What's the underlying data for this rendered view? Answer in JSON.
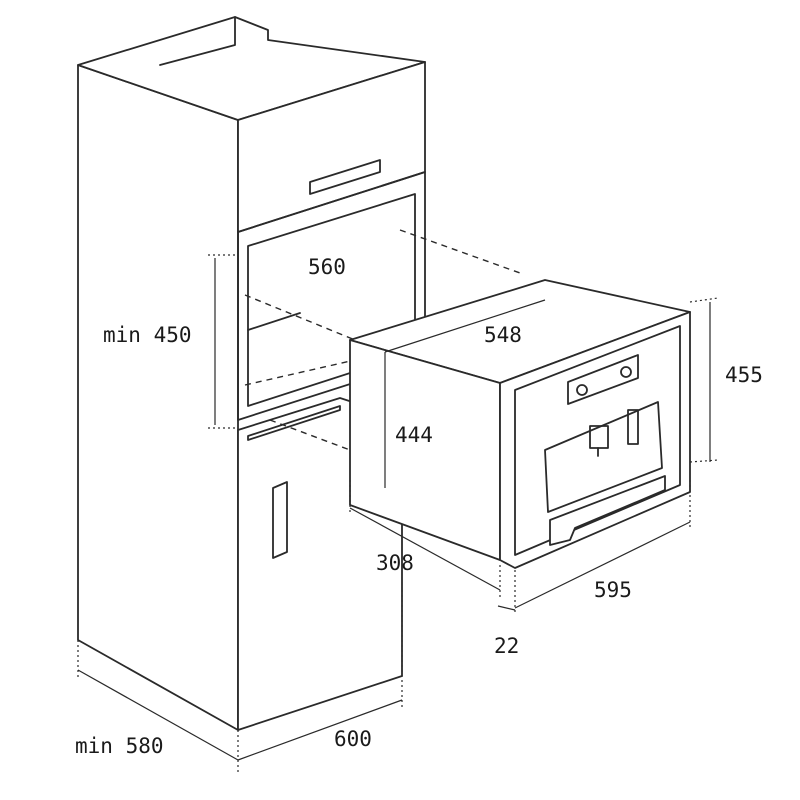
{
  "dimensions": {
    "niche_width": "560",
    "niche_min_height": "min 450",
    "appliance_depth": "548",
    "appliance_height": "455",
    "body_height": "444",
    "protrusion": "308",
    "front_width": "595",
    "front_thickness": "22",
    "cabinet_width": "600",
    "cabinet_min_depth": "min 580"
  }
}
